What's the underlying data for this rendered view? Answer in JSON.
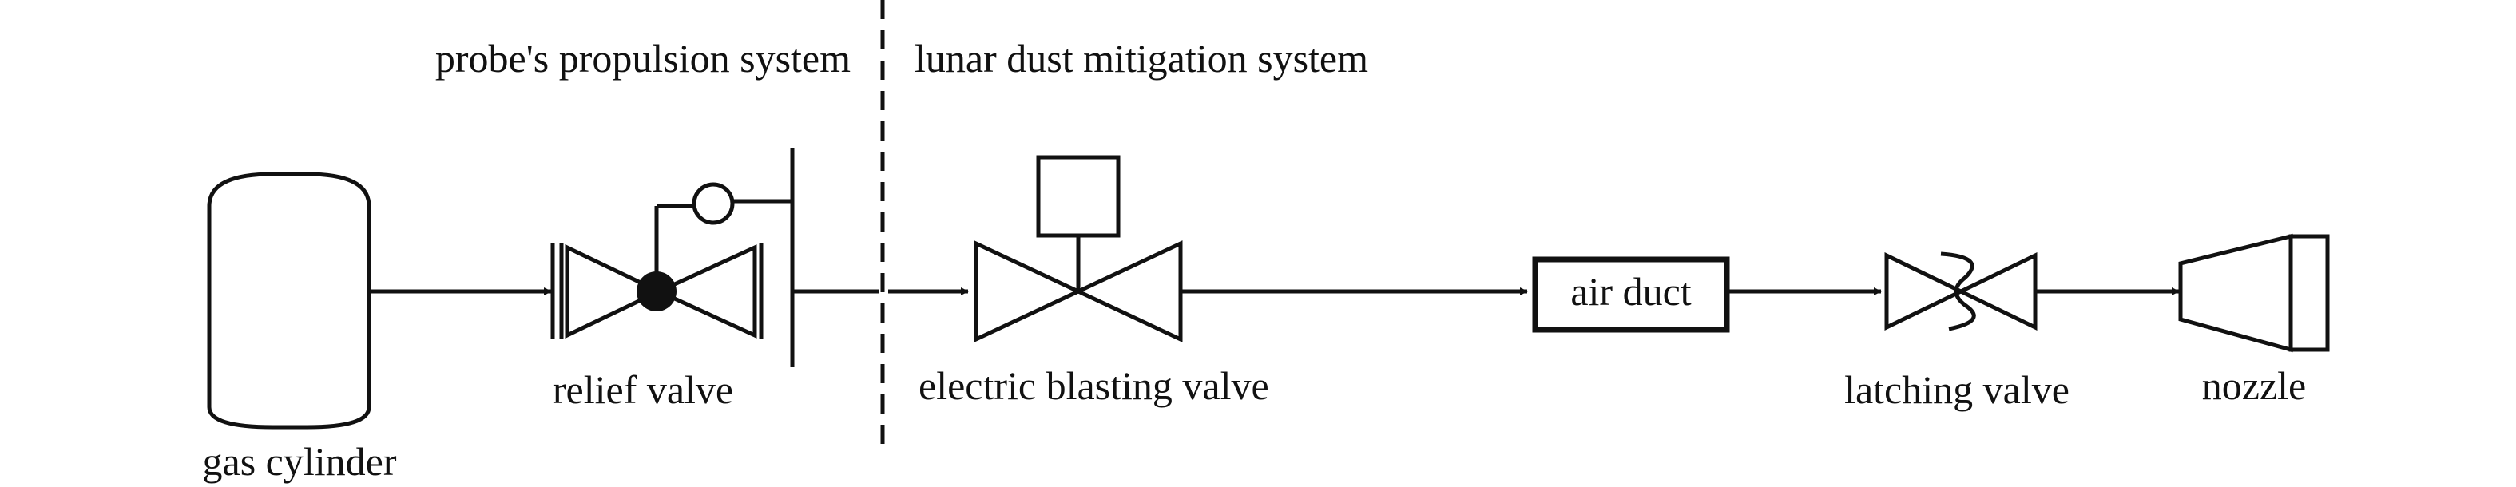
{
  "sections": {
    "left": "probe's propulsion system",
    "right": "lunar dust mitigation system"
  },
  "components": {
    "gas_cylinder": "gas cylinder",
    "relief_valve": "relief valve",
    "electric_blasting_valve": "electric blasting valve",
    "air_duct": "air duct",
    "latching_valve": "latching valve",
    "nozzle": "nozzle"
  },
  "colors": {
    "stroke": "#111111",
    "background": "#ffffff"
  }
}
